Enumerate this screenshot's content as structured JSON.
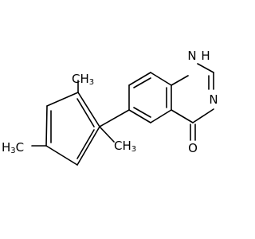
{
  "structure": {
    "atoms": {
      "nh_h": "H",
      "nh_n": "N",
      "n3": "N",
      "o": "O",
      "ch3_top": "CH",
      "ch3_top_sub": "3",
      "ch3_right": "CH",
      "ch3_right_sub": "3",
      "ch3_left_h": "H",
      "ch3_left_sub": "3",
      "ch3_left_c": "C"
    }
  }
}
